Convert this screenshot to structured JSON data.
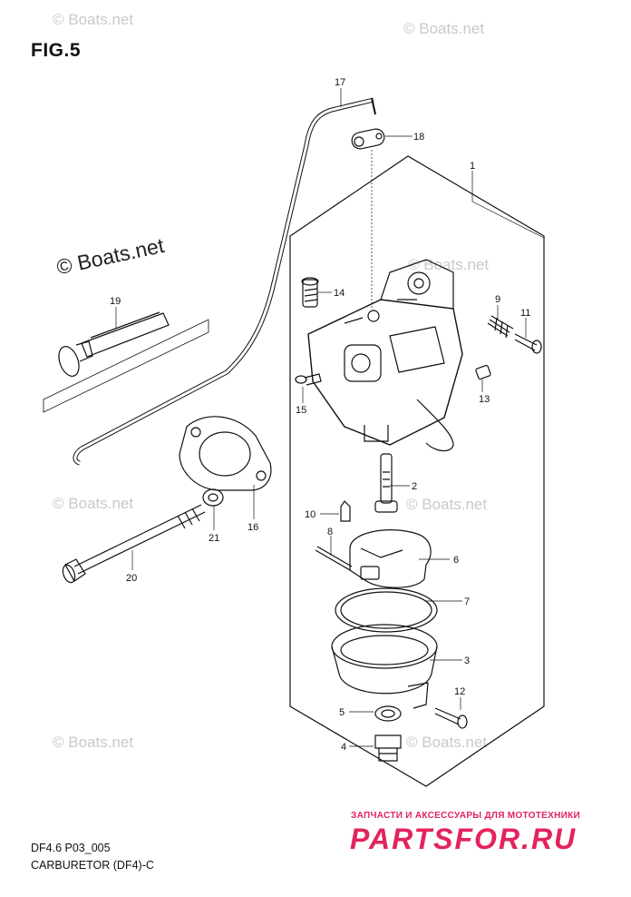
{
  "figure": {
    "title": "FIG.5"
  },
  "footer": {
    "code": "DF4.6 P03_005",
    "subtitle": "CARBURETOR (DF4)-C"
  },
  "watermarks": [
    "© Boats.net",
    "© Boats.net",
    "© Boats.net",
    "© Boats.net",
    "© Boats.net",
    "© Boats.net",
    "© Boats.net",
    "© Boats.net"
  ],
  "brand": {
    "tagline": "ЗАПЧАСТИ И АКСЕССУАРЫ ДЛЯ МОТОТЕХНИКИ",
    "name": "PARTSFOR.RU",
    "color": "#e3235c"
  },
  "callouts": {
    "c1": "1",
    "c2": "2",
    "c3": "3",
    "c4": "4",
    "c5": "5",
    "c6": "6",
    "c7": "7",
    "c8": "8",
    "c9": "9",
    "c10": "10",
    "c11": "11",
    "c12": "12",
    "c13": "13",
    "c14": "14",
    "c15": "15",
    "c16": "16",
    "c17": "17",
    "c18": "18",
    "c19": "19",
    "c20": "20",
    "c21": "21"
  }
}
